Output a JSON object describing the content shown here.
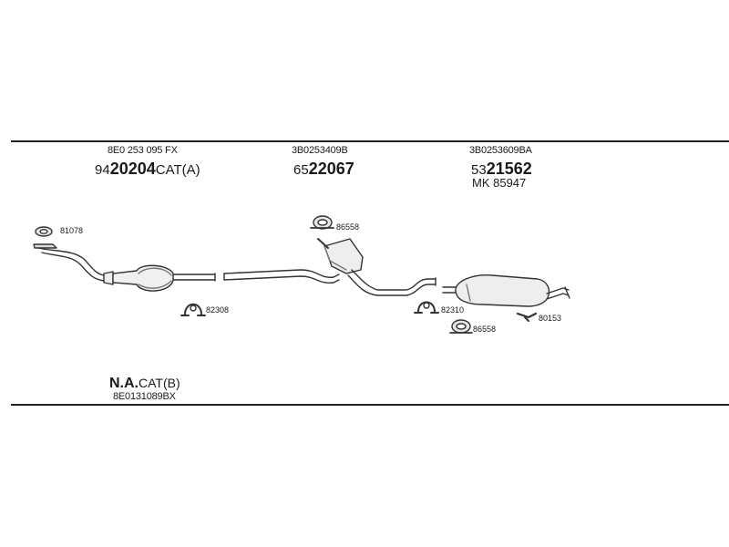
{
  "groups": [
    {
      "oem": "8E0 253 095 FX",
      "code_prefix": "94",
      "code_main": "20204",
      "code_suffix": "CAT(A)"
    },
    {
      "oem": "3B0253409B",
      "code_prefix": "65",
      "code_main": "22067",
      "code_suffix": ""
    },
    {
      "oem": "3B0253609BA",
      "code_prefix": "53",
      "code_main": "21562",
      "code_suffix": "",
      "extra": "MK  85947"
    }
  ],
  "parts": {
    "p81078": "81078",
    "p82308": "82308",
    "p86558_top": "86558",
    "p82310": "82310",
    "p86558_bottom": "86558",
    "p80153": "80153"
  },
  "footer": {
    "na_bold": "N.A.",
    "na_suffix": "CAT(B)",
    "oem": "8E0131089BX"
  }
}
